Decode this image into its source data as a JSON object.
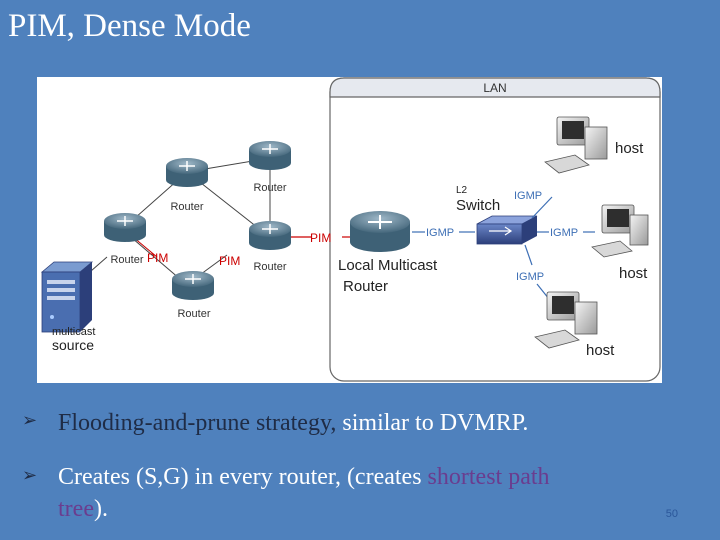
{
  "slide": {
    "title": "PIM, Dense Mode",
    "page_number": "50"
  },
  "diagram": {
    "lan_label": "LAN",
    "switch_label_small": "L2",
    "switch_label": "Switch",
    "igmp_label": "IGMP",
    "pim_label": "PIM",
    "router_label": "Router",
    "local_router_line1": "Local Multicast",
    "local_router_line2": "Router",
    "host_label": "host",
    "source_line1": "multicast",
    "source_line2": "source"
  },
  "bullets": [
    {
      "parts": [
        "Flooding-and-prune strategy,",
        " similar to DVMRP."
      ]
    },
    {
      "parts": [
        "Creates (S,G) in every router, (creates ",
        "shortest path",
        "tree",
        ")."
      ]
    }
  ],
  "colors": {
    "background": "#4f81bd",
    "bullet_dark": "#1f2c46",
    "bullet_purple": "#6a3d8f",
    "pim_red": "#cc0000",
    "igmp_blue": "#3d6fb5"
  }
}
